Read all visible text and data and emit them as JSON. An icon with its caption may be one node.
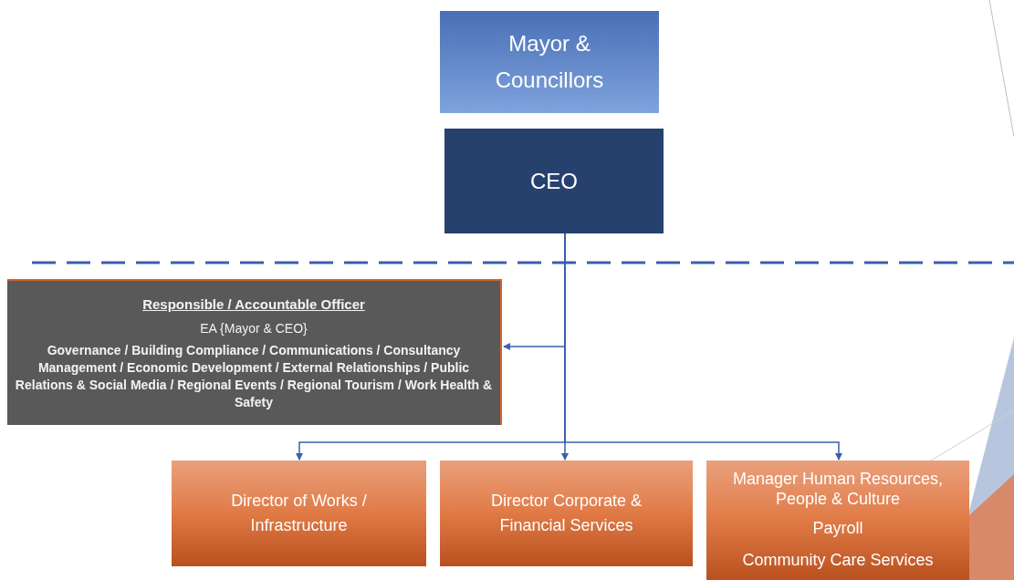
{
  "diagram": {
    "nodes": [
      {
        "text": [
          "Mayor & Councillors"
        ]
      },
      {
        "text": [
          "CEO"
        ]
      },
      {
        "text": [
          "Responsible / Accountable Officer",
          "EA {Mayor & CEO}",
          "Governance / Building Compliance / Communications / Consultancy Management / Economic Development / External Relationships / Public Relations & Social Media / Regional Events / Regional Tourism / Work Health & Safety"
        ]
      },
      {
        "text": [
          "Director of Works / Infrastructure"
        ]
      },
      {
        "text": [
          "Director Corporate & Financial Services"
        ]
      },
      {
        "text": [
          "Manager Human Resources, People & Culture",
          "Payroll",
          "Community Care Services"
        ]
      }
    ],
    "edges": [
      {
        "from": 1,
        "to": 2,
        "arrow": "to"
      },
      {
        "from": 1,
        "to": 3,
        "arrow": "to"
      },
      {
        "from": 1,
        "to": 4,
        "arrow": "to"
      },
      {
        "from": 1,
        "to": 5,
        "arrow": "to"
      }
    ]
  }
}
